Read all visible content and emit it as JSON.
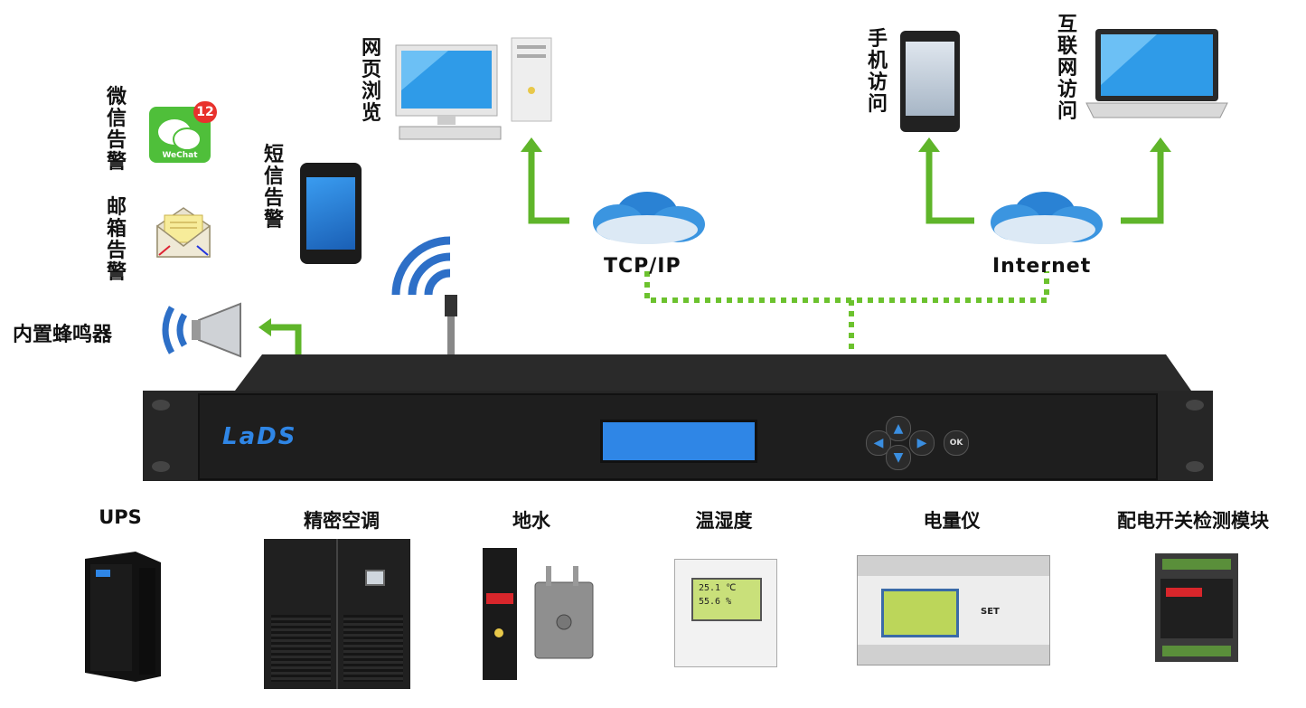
{
  "alerts": {
    "wechat": "微信告警",
    "wechat_badge": "12",
    "wechat_brand": "WeChat",
    "email": "邮箱告警",
    "sms": "短信告警",
    "buzzer": "内置蜂鸣器"
  },
  "access": {
    "web": "网页浏览",
    "mobile": "手机访问",
    "internet_access": "互联网访问"
  },
  "networks": {
    "lan": "TCP/IP",
    "wan": "Internet"
  },
  "host": {
    "brand": "LaDS",
    "buttons": {
      "ok": "OK"
    }
  },
  "devices": [
    {
      "label": "UPS"
    },
    {
      "label": "精密空调"
    },
    {
      "label": "地水"
    },
    {
      "label": "温湿度"
    },
    {
      "label": "电量仪"
    },
    {
      "label": "配电开关检测模块"
    }
  ],
  "temp_display": {
    "temp": "25.1 ℃",
    "humidity": "55.6 %"
  },
  "meter": {
    "set_label": "SET"
  },
  "colors": {
    "arrow": "#6cc22e",
    "lcd": "#2f86e6",
    "chassis": "#232323"
  }
}
